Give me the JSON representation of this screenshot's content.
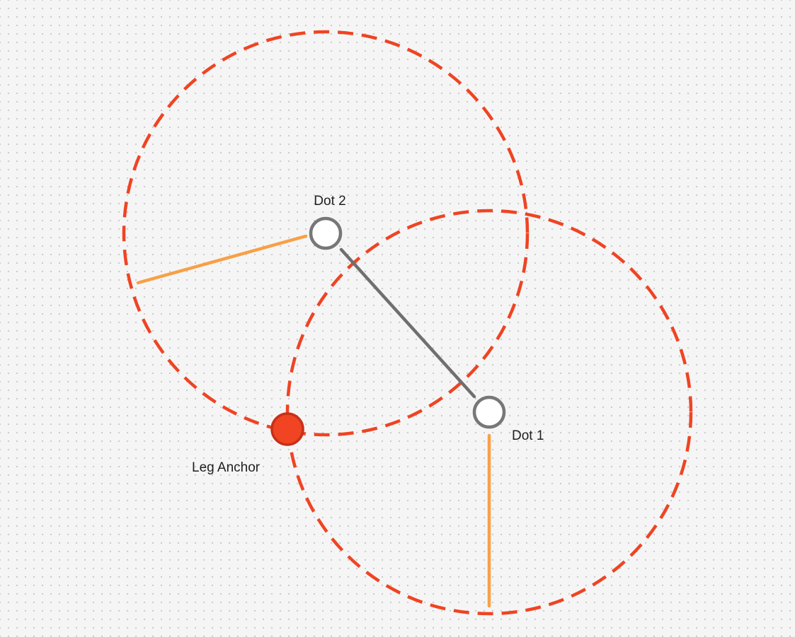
{
  "labels": {
    "dot1": "Dot 1",
    "dot2": "Dot 2",
    "anchor": "Leg Anchor"
  },
  "colors": {
    "background": "#f5f5f5",
    "grid_dot": "#c9c9c9",
    "circle_stroke": "#ef4423",
    "radius_line": "#f8a046",
    "connector": "#6f6f6f",
    "dot_fill": "#ffffff",
    "dot_stroke": "#777777",
    "anchor_fill": "#f04422",
    "anchor_stroke": "#c73018",
    "text": "#1f1f1f"
  }
}
